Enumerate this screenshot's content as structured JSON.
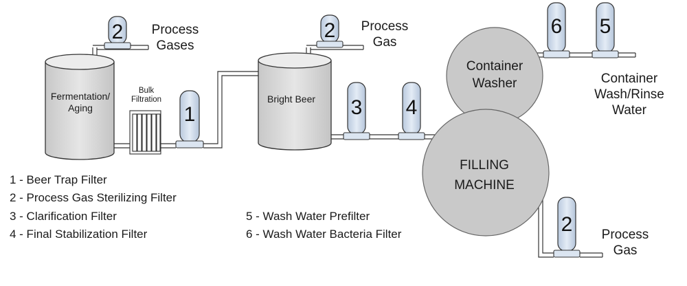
{
  "tanks": {
    "fermentation": "Fermentation/\nAging",
    "bright_beer": "Bright Beer"
  },
  "bulk_filtration": "Bulk\nFiltration",
  "machines": {
    "container_washer": "Container\nWasher",
    "filling_machine": "FILLING\nMACHINE"
  },
  "labels": {
    "process_gases": "Process\nGases",
    "process_gas_mid": "Process\nGas",
    "process_gas_bottom": "Process\nGas",
    "wash_rinse_water": "Container\nWash/Rinse\nWater"
  },
  "filter_numbers": {
    "f2_top_left": "2",
    "f1": "1",
    "f2_top_mid": "2",
    "f3": "3",
    "f4": "4",
    "f6": "6",
    "f5": "5",
    "f2_bottom": "2"
  },
  "legend": {
    "left": [
      "1 - Beer Trap Filter",
      "2 - Process Gas Sterilizing Filter",
      "3 - Clarification Filter",
      "4 - Final Stabilization Filter"
    ],
    "right": [
      "5 - Wash Water Prefilter",
      "6 - Wash Water Bacteria Filter"
    ]
  },
  "colors": {
    "tank_fill": "#d9d9d9",
    "filter_fill": "#dbe5f1",
    "outline": "#333333",
    "machine_fill": "#c9c9c9"
  }
}
